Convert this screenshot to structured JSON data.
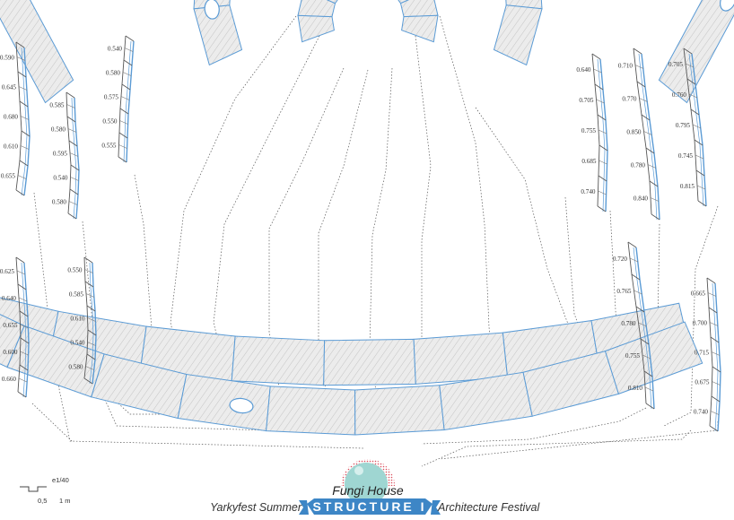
{
  "columns": {
    "c1": [
      "0.590",
      "0.645",
      "0.680",
      "0.610",
      "0.655"
    ],
    "c2": [
      "0.540",
      "0.580",
      "0.575",
      "0.550",
      "0.555"
    ],
    "c3": [
      "0.585",
      "0.580",
      "0.595",
      "0.540",
      "0.580"
    ],
    "c4": [
      "0.625",
      "0.640",
      "0.655",
      "0.600",
      "0.660"
    ],
    "c5": [
      "0.550",
      "0.585",
      "0.610",
      "0.540",
      "0.580"
    ],
    "c6": [
      "0.640",
      "0.705",
      "0.755",
      "0.685",
      "0.740"
    ],
    "c7": [
      "0.710",
      "0.770",
      "0.850",
      "0.780",
      "0.840"
    ],
    "c8": [
      "0.705",
      "0.760",
      "0.795",
      "0.745",
      "0.815"
    ],
    "c9": [
      "0.720",
      "0.765",
      "0.780",
      "0.755",
      "0.810"
    ],
    "c10": [
      "0.665",
      "0.700",
      "0.715",
      "0.675",
      "0.740"
    ]
  },
  "scale": {
    "ratio": "e1/40",
    "tick1": "0,5",
    "tick2": "1 m"
  },
  "title": {
    "project": "Fungi House",
    "left": "Yarkyfest Summer",
    "structure": "STRUCTURE  I",
    "right": "Architecture Festival"
  },
  "colors": {
    "accent": "#5b9bd5",
    "banner": "#3d86c6",
    "line": "#555555",
    "panel": "#e6e6e6"
  }
}
